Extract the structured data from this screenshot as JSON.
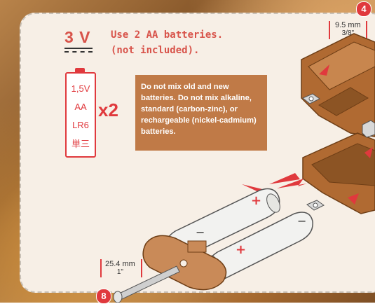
{
  "voltage": {
    "value": "3 V"
  },
  "instructions": {
    "line1": "Use 2 AA batteries.",
    "line2": "(not included)."
  },
  "battery": {
    "voltage": "1,5V",
    "size": "AA",
    "iec_code": "LR6",
    "jis_code": "単三"
  },
  "quantity": "x2",
  "warning": "Do not mix old and new batteries. Do not mix alkaline, standard (carbon-zinc), or rechargeable (nickel-cadmium) batteries.",
  "dimension_top": {
    "metric": "9.5 mm",
    "imperial": "3/8\""
  },
  "dimension_bottom": {
    "metric": "25.4 mm",
    "imperial": "1\""
  },
  "step_numbers": {
    "top": "4",
    "bottom": "8"
  },
  "battery_polarity": {
    "plus": "+",
    "minus": "−"
  },
  "colors": {
    "accent_red": "#e0393d",
    "panel": "#f7efe6",
    "warning_box": "#c07a47",
    "housing": "#b06a32"
  }
}
